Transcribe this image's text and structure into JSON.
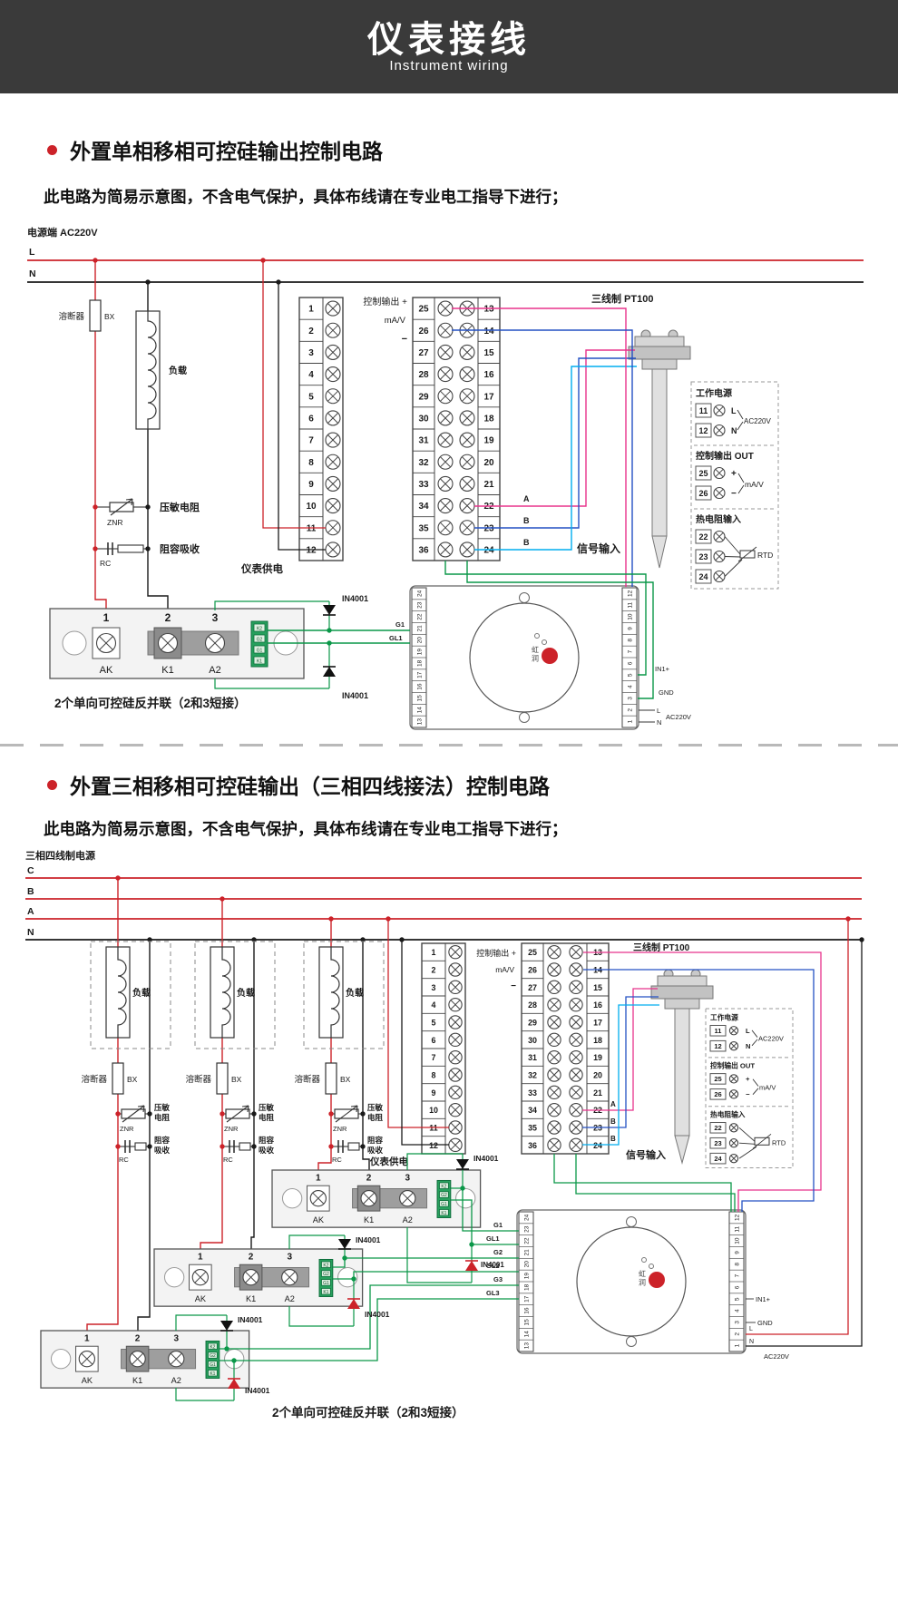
{
  "header": {
    "title": "仪表接线",
    "subtitle": "Instrument wiring"
  },
  "sections": [
    {
      "title": "外置单相移相可控硅输出控制电路",
      "warning": "此电路为简易示意图，不含电气保护，具体布线请在专业电工指导下进行；",
      "power_label": "电源端  AC220V",
      "phases": [
        "L",
        "N"
      ]
    },
    {
      "title": "外置三相移相可控硅输出（三相四线接法）控制电路",
      "warning": "此电路为简易示意图，不含电气保护，具体布线请在专业电工指导下进行；",
      "power_label": "三相四线制电源",
      "phases": [
        "C",
        "B",
        "A",
        "N"
      ]
    }
  ],
  "components": {
    "fuse_label": "溶断器",
    "fuse_model": "BX",
    "load_label": "负载",
    "varistor_label": "压敏电阻",
    "varistor_label_l1": "压敏",
    "varistor_label_l2": "电阻",
    "varistor_model": "ZNR",
    "rc_label": "阻容吸收",
    "rc_label_l1": "阻容",
    "rc_label_l2": "吸收",
    "rc_model": "RC",
    "meter_supply": "仪表供电",
    "signal_input": "信号输入",
    "ctrl_output_plus": "控制输出 +",
    "ma_v": "mA/V",
    "minus": "−",
    "pt100_label": "三线制 PT100",
    "diode_model": "IN4001",
    "sensor_wire_marks": [
      "A",
      "B",
      "B"
    ],
    "scr_caption": "2个单向可控硅反并联（2和3短接）"
  },
  "terminal_block": {
    "left": [
      "1",
      "2",
      "3",
      "4",
      "5",
      "6",
      "7",
      "8",
      "9",
      "10",
      "11",
      "12"
    ],
    "mid_left": [
      "25",
      "26",
      "27",
      "28",
      "29",
      "30",
      "31",
      "32",
      "33",
      "34",
      "35",
      "36"
    ],
    "mid_right": [
      "13",
      "14",
      "15",
      "16",
      "17",
      "18",
      "19",
      "20",
      "21",
      "22",
      "23",
      "24"
    ]
  },
  "scr_module": {
    "numbers": [
      "1",
      "2",
      "3"
    ],
    "names": [
      "AK",
      "K1",
      "A2"
    ],
    "pins": [
      "K2",
      "G2",
      "G1",
      "K1"
    ]
  },
  "side_panel": {
    "work_power_title": "工作电源",
    "work_power_terms": [
      "11",
      "12"
    ],
    "l": "L",
    "n": "N",
    "ac220": "AC220V",
    "ctrl_out_title": "控制输出 OUT",
    "ctrl_out_terms": [
      "25",
      "26"
    ],
    "plus": "+",
    "minus": "−",
    "ma_v": "mA/V",
    "rtd_title": "热电阻输入",
    "rtd_terms": [
      "22",
      "23",
      "24"
    ],
    "rtd": "RTD"
  },
  "trigger_board": {
    "left_strip": [
      "24",
      "23",
      "22",
      "21",
      "20",
      "19",
      "18",
      "17",
      "16",
      "15",
      "14",
      "13"
    ],
    "right_strip": [
      "12",
      "11",
      "10",
      "9",
      "8",
      "7",
      "6",
      "5",
      "4",
      "3",
      "2",
      "1"
    ],
    "brand": "虹润",
    "in1": "IN1+",
    "gnd": "GND",
    "l": "L",
    "n": "N",
    "ac220": "AC220V"
  },
  "gate_labels": {
    "single": [
      "G1",
      "GL1"
    ],
    "three": [
      "G1",
      "GL1",
      "G2",
      "GL2",
      "G3",
      "GL3"
    ]
  },
  "colors": {
    "red": "#cc2229",
    "black": "#1a1a1a",
    "green": "#0a9748",
    "magenta": "#e8338c",
    "blue": "#2451c4",
    "cyan": "#00aeef"
  }
}
